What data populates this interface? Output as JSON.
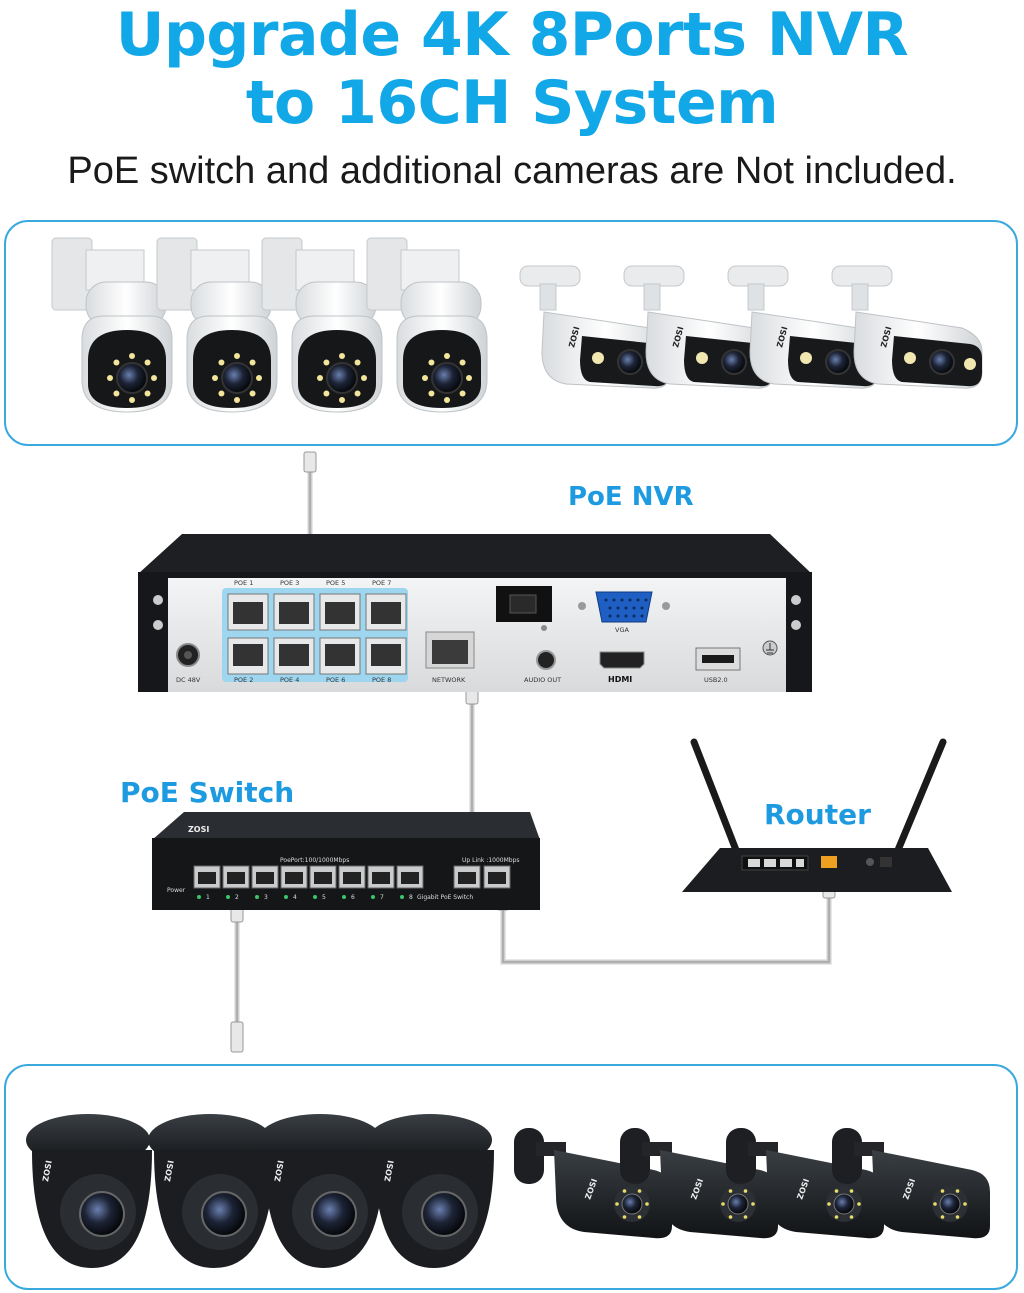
{
  "heading": {
    "line1": "Upgrade 4K 8Ports NVR",
    "line2": "to 16CH System",
    "subtitle": "PoE switch and additional cameras are Not included."
  },
  "labels": {
    "nvr": "PoE NVR",
    "switch": "PoE Switch",
    "router": "Router"
  },
  "brand": "ZOSI",
  "nvr_panel": {
    "poe_top": [
      "POE 1",
      "POE 3",
      "POE 5",
      "POE 7"
    ],
    "poe_bottom": [
      "POE 2",
      "POE 4",
      "POE 6",
      "POE 8"
    ],
    "dc": "DC 48V",
    "network": "NETWORK",
    "audio": "AUDIO OUT",
    "vga": "VGA",
    "hdmi": "HDMI",
    "usb": "USB2.0"
  },
  "switch_panel": {
    "poe_ports": "PoePort:100/1000Mbps",
    "uplink": "Up Link :1000Mbps",
    "power": "Power",
    "name": "Gigabit PoE Switch",
    "port_numbers": [
      "1",
      "2",
      "3",
      "4",
      "5",
      "6",
      "7",
      "8"
    ]
  },
  "colors": {
    "accent": "#12a8e8",
    "panel_border": "#3aa9de",
    "poe_highlight": "#9fd6ef"
  }
}
